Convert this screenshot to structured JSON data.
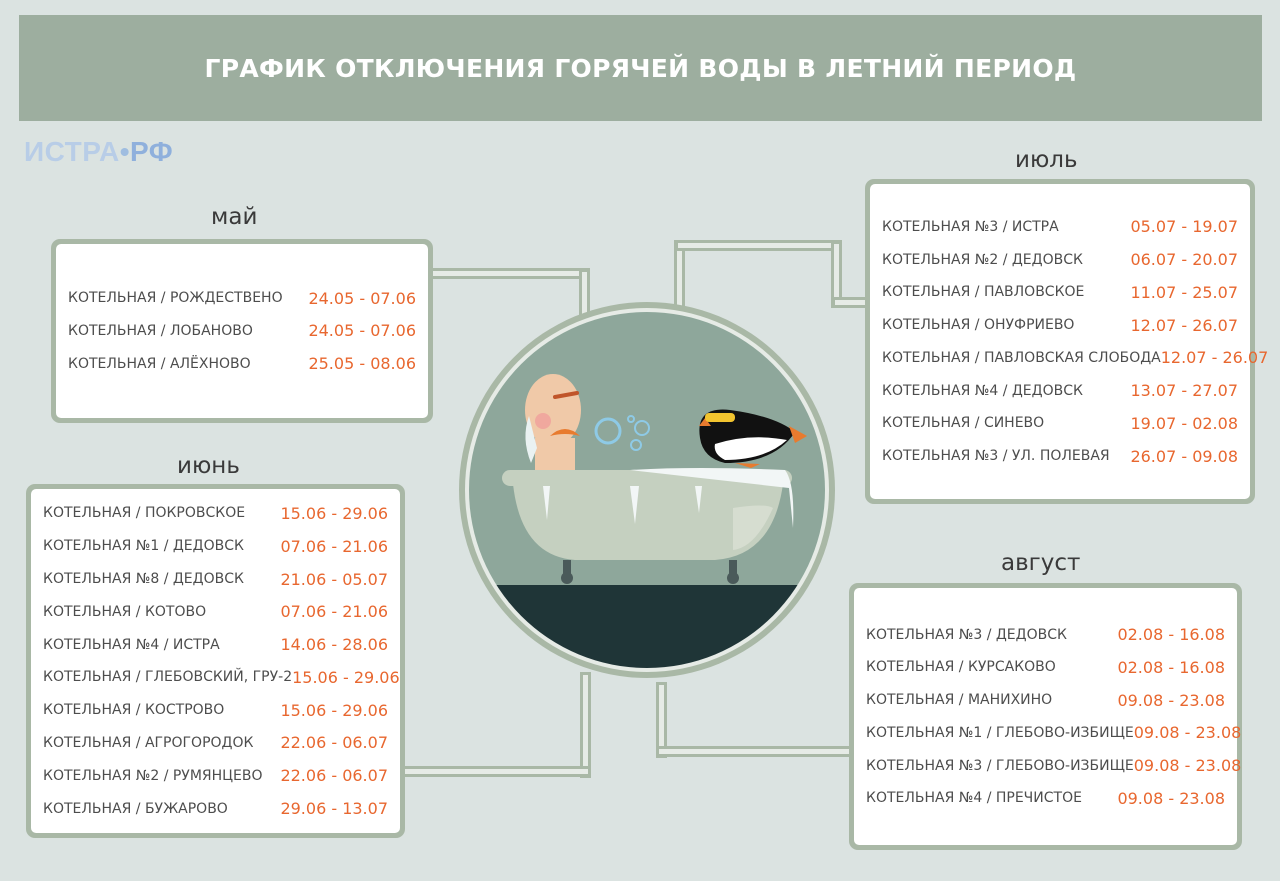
{
  "title": "ГРАФИК ОТКЛЮЧЕНИЯ ГОРЯЧЕЙ ВОДЫ В ЛЕТНИЙ ПЕРИОД",
  "logo": {
    "main": "ИСТРА",
    "dot": "•",
    "suffix": "РФ"
  },
  "colors": {
    "banner": "#9dae9f",
    "frame": "#a9b8a6",
    "date": "#e8672f",
    "background": "#dbe3e1"
  },
  "may": {
    "label": "май",
    "rows": [
      {
        "name": "КОТЕЛЬНАЯ /  РОЖДЕСТВЕНО",
        "dates": "24.05 - 07.06"
      },
      {
        "name": "КОТЕЛЬНАЯ / ЛОБАНОВО",
        "dates": "24.05 - 07.06"
      },
      {
        "name": "КОТЕЛЬНАЯ / АЛЁХНОВО",
        "dates": "25.05 - 08.06"
      }
    ]
  },
  "june": {
    "label": "июнь",
    "rows": [
      {
        "name": "КОТЕЛЬНАЯ /  ПОКРОВСКОЕ",
        "dates": "15.06 - 29.06"
      },
      {
        "name": "КОТЕЛЬНАЯ №1 / ДЕДОВСК",
        "dates": "07.06 - 21.06"
      },
      {
        "name": "КОТЕЛЬНАЯ №8 / ДЕДОВСК",
        "dates": "21.06 - 05.07"
      },
      {
        "name": "КОТЕЛЬНАЯ / КОТОВО",
        "dates": "07.06 - 21.06"
      },
      {
        "name": "КОТЕЛЬНАЯ №4 / ИСТРА",
        "dates": "14.06 - 28.06"
      },
      {
        "name": "КОТЕЛЬНАЯ / ГЛЕБОВСКИЙ, ГРУ-2",
        "dates": "15.06 - 29.06"
      },
      {
        "name": "КОТЕЛЬНАЯ / КОСТРОВО",
        "dates": "15.06 - 29.06"
      },
      {
        "name": "КОТЕЛЬНАЯ / АГРОГОРОДОК",
        "dates": "22.06 - 06.07"
      },
      {
        "name": "КОТЕЛЬНАЯ №2 / РУМЯНЦЕВО",
        "dates": "22.06 - 06.07"
      },
      {
        "name": "КОТЕЛЬНАЯ / БУЖАРОВО",
        "dates": "29.06 - 13.07"
      }
    ]
  },
  "july": {
    "label": "июль",
    "rows": [
      {
        "name": "КОТЕЛЬНАЯ №3 /  ИСТРА",
        "dates": "05.07 - 19.07"
      },
      {
        "name": "КОТЕЛЬНАЯ №2 / ДЕДОВСК",
        "dates": "06.07 - 20.07"
      },
      {
        "name": "КОТЕЛЬНАЯ / ПАВЛОВСКОЕ",
        "dates": "11.07 - 25.07"
      },
      {
        "name": "КОТЕЛЬНАЯ / ОНУФРИЕВО",
        "dates": "12.07 - 26.07"
      },
      {
        "name": "КОТЕЛЬНАЯ / ПАВЛОВСКАЯ СЛОБОДА",
        "dates": "12.07 - 26.07"
      },
      {
        "name": "КОТЕЛЬНАЯ №4 / ДЕДОВСК",
        "dates": "13.07 - 27.07"
      },
      {
        "name": "КОТЕЛЬНАЯ / СИНЕВО",
        "dates": "19.07 - 02.08"
      },
      {
        "name": "КОТЕЛЬНАЯ №3 / УЛ. ПОЛЕВАЯ",
        "dates": "26.07 - 09.08"
      }
    ]
  },
  "august": {
    "label": "август",
    "rows": [
      {
        "name": "КОТЕЛЬНАЯ №3 /  ДЕДОВСК",
        "dates": "02.08 - 16.08"
      },
      {
        "name": "КОТЕЛЬНАЯ / КУРСАКОВО",
        "dates": "02.08 - 16.08"
      },
      {
        "name": "КОТЕЛЬНАЯ / МАНИХИНО",
        "dates": "09.08 - 23.08"
      },
      {
        "name": "КОТЕЛЬНАЯ №1 / ГЛЕБОВО-ИЗБИЩЕ",
        "dates": "09.08 - 23.08"
      },
      {
        "name": "КОТЕЛЬНАЯ №3 / ГЛЕБОВО-ИЗБИЩЕ",
        "dates": "09.08 - 23.08"
      },
      {
        "name": "КОТЕЛЬНАЯ №4 / ПРЕЧИСТОЕ",
        "dates": "09.08 - 23.08"
      }
    ]
  }
}
